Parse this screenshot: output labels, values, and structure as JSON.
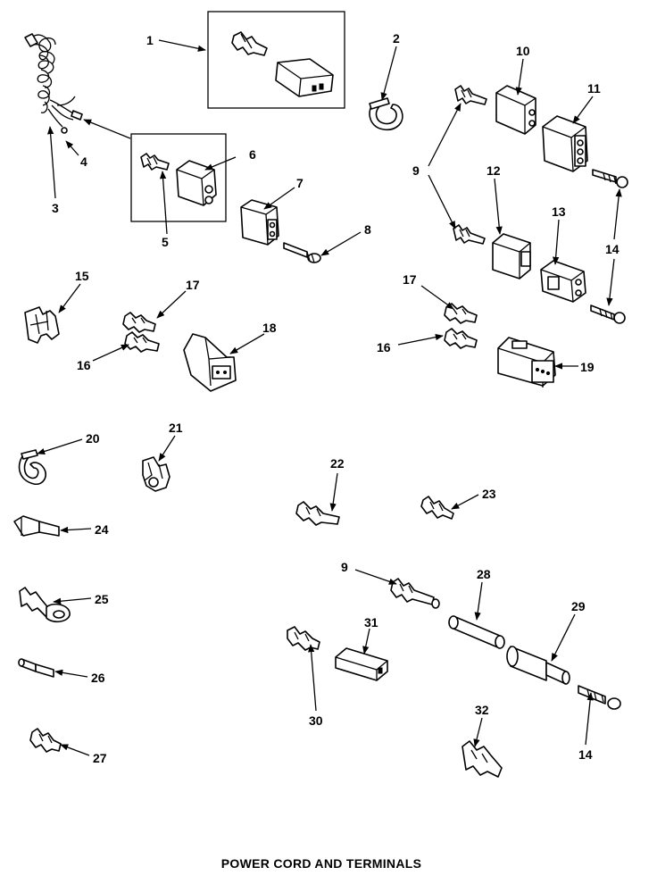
{
  "title": "POWER CORD AND TERMINALS",
  "labels": {
    "p1": "1",
    "p2": "2",
    "p3": "3",
    "p4": "4",
    "p5": "5",
    "p6": "6",
    "p7": "7",
    "p8": "8",
    "p9a": "9",
    "p9b": "9",
    "p10": "10",
    "p11": "11",
    "p12": "12",
    "p13": "13",
    "p14a": "14",
    "p14b": "14",
    "p15": "15",
    "p16a": "16",
    "p16b": "16",
    "p17a": "17",
    "p17b": "17",
    "p18": "18",
    "p19": "19",
    "p20": "20",
    "p21": "21",
    "p22": "22",
    "p23": "23",
    "p24": "24",
    "p25": "25",
    "p26": "26",
    "p27": "27",
    "p28": "28",
    "p29": "29",
    "p30": "30",
    "p31": "31",
    "p32": "32"
  }
}
